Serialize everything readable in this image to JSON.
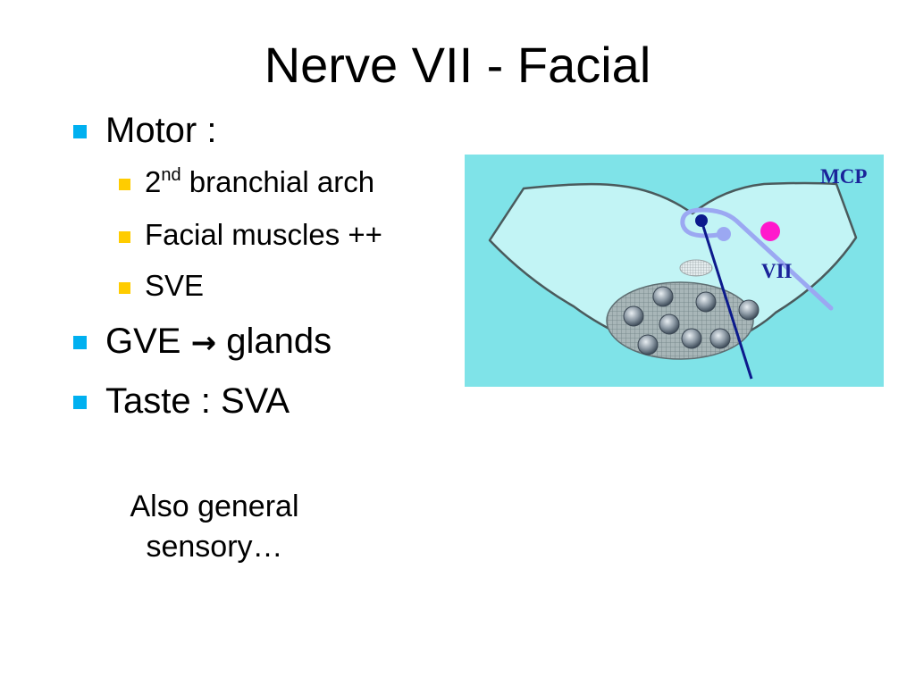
{
  "title": "Nerve VII - Facial",
  "colors": {
    "bullet_level1": "#00B0F0",
    "bullet_level2": "#FFCC00",
    "figure_background": "#7FE3E8",
    "figure_region": "#C2F4F5",
    "nerve_dark": "#0C1A8C",
    "nerve_light": "#9BA8F2",
    "magenta_dot": "#FF19CC",
    "label_color": "#1A2399"
  },
  "bullets": [
    {
      "text": "Motor :",
      "sub": [
        {
          "text_main": "2",
          "text_sup": "nd",
          "text_rest": " branchial arch"
        },
        {
          "text": "Facial muscles ++"
        },
        {
          "text": "SVE"
        }
      ]
    },
    {
      "text_a": "GVE ",
      "arrow": "→",
      "text_b": " glands"
    },
    {
      "text": "Taste : SVA"
    }
  ],
  "note": {
    "line1": "Also general",
    "line2": "sensory…"
  },
  "figure": {
    "label_mcp": "MCP",
    "label_vii": "VII"
  }
}
